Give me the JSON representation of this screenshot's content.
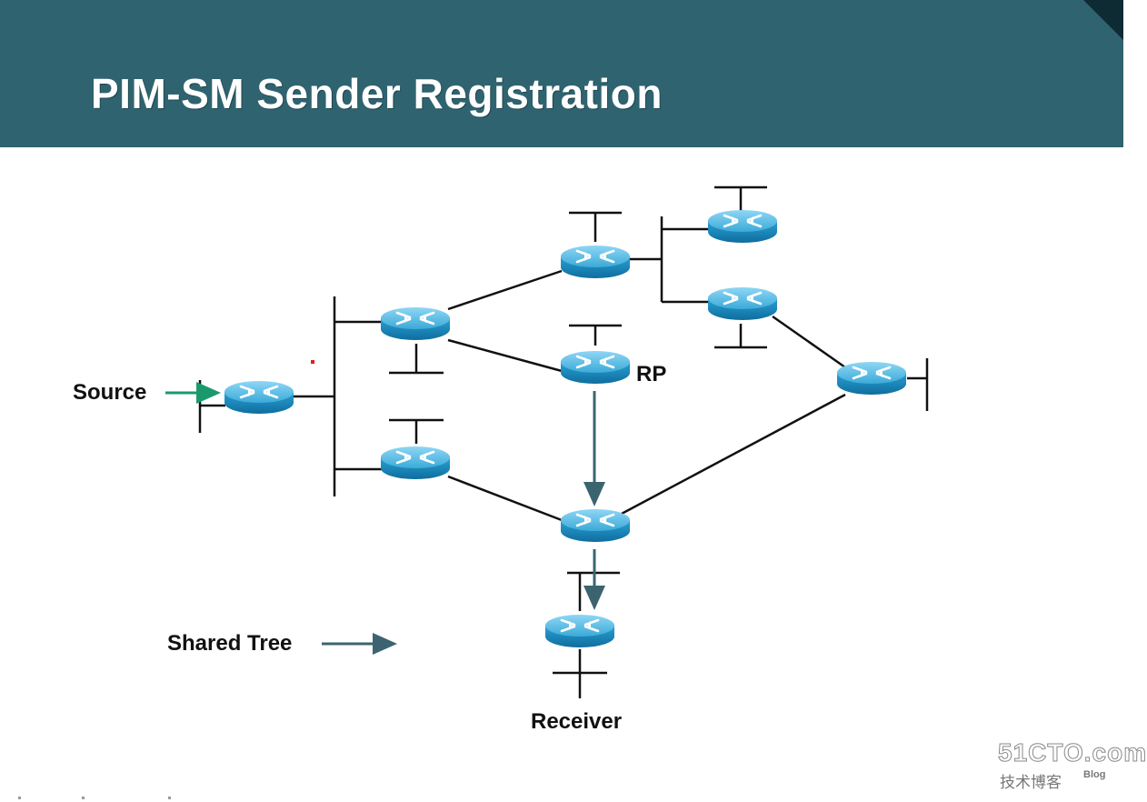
{
  "header": {
    "title": "PIM-SM Sender Registration"
  },
  "labels": {
    "source": "Source",
    "rp": "RP",
    "receiver": "Receiver",
    "legend_shared_tree": "Shared Tree"
  },
  "watermark": {
    "logo": "51CTO.com",
    "sub": "技术博客",
    "blog": "Blog"
  },
  "colors": {
    "header_bg": "#2f6370",
    "router_body": "#1f8fc4",
    "router_top": "#5cc0ea",
    "source_arrow": "#1a9a6c",
    "tree_arrow": "#3b6470"
  }
}
